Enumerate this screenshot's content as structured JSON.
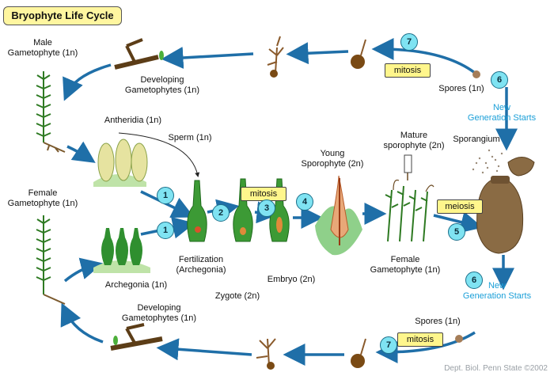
{
  "title": "Bryophyte Life Cycle",
  "labels": {
    "male_gametophyte": "Male\nGametophyte (1n)",
    "developing_top": "Developing\nGametophytes (1n)",
    "antheridia": "Antheridia (1n)",
    "sperm": "Sperm (1n)",
    "female_gametophyte_left": "Female\nGametophyte (1n)",
    "archegonia": "Archegonia (1n)",
    "fertilization": "Fertilization\n(Archegonia)",
    "zygote": "Zygote (2n)",
    "embryo": "Embryo (2n)",
    "young_sporophyte": "Young\nSporophyte (2n)",
    "mature_sporophyte": "Mature\nsporophyte (2n)",
    "female_gametophyte_right": "Female\nGametophyte (1n)",
    "sporangium": "Sporangium",
    "spores_top": "Spores (1n)",
    "spores_bottom": "Spores (1n)",
    "new_generation_top": "New\nGeneration Starts",
    "new_generation_bottom": "New\nGeneration Starts",
    "developing_bottom": "Developing\nGametophytes (1n)"
  },
  "processes": {
    "mitosis_top": "mitosis",
    "mitosis_center": "mitosis",
    "meiosis": "meiosis",
    "mitosis_bottom": "mitosis"
  },
  "steps": {
    "s1a": "1",
    "s1b": "1",
    "s2": "2",
    "s3": "3",
    "s4": "4",
    "s5": "5",
    "s6a": "6",
    "s6b": "6",
    "s7a": "7",
    "s7b": "7"
  },
  "credit": "Dept. Biol. Penn State ©2002",
  "colors": {
    "arrow": "#1f6fa8",
    "moss": "#3b8a2a",
    "capsule": "#7a5a36",
    "step_fill": "#7fe3f2",
    "highlight": "#fff68c",
    "accent_text": "#1a9fd8"
  }
}
